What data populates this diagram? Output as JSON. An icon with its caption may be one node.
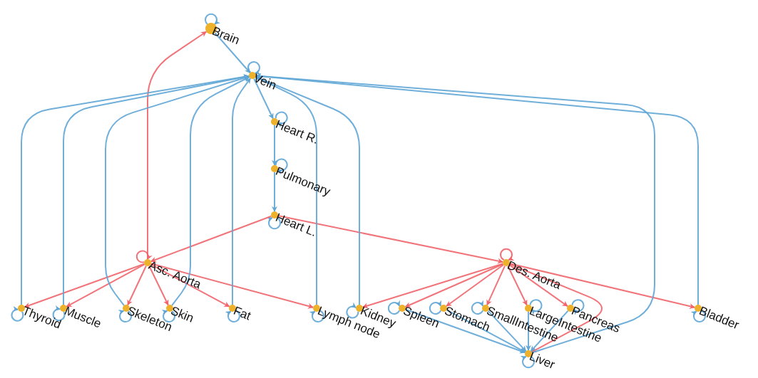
{
  "diagram": {
    "nodes": [
      {
        "text": [
          "Brain"
        ]
      },
      {
        "text": [
          "Vein"
        ]
      },
      {
        "text": [
          "Heart R."
        ]
      },
      {
        "text": [
          "Pulmonary"
        ]
      },
      {
        "text": [
          "Heart L."
        ]
      },
      {
        "text": [
          "Asc. Aorta"
        ]
      },
      {
        "text": [
          "Des. Aorta"
        ]
      },
      {
        "text": [
          "Thyroid"
        ]
      },
      {
        "text": [
          "Muscle"
        ]
      },
      {
        "text": [
          "Skeleton"
        ]
      },
      {
        "text": [
          "Skin"
        ]
      },
      {
        "text": [
          "Fat"
        ]
      },
      {
        "text": [
          "Lymph node"
        ]
      },
      {
        "text": [
          "Kidney"
        ]
      },
      {
        "text": [
          "Spleen"
        ]
      },
      {
        "text": [
          "Stomach"
        ]
      },
      {
        "text": [
          "SmallIntestine"
        ]
      },
      {
        "text": [
          "LargeIntestine"
        ]
      },
      {
        "text": [
          "Pancreas"
        ]
      },
      {
        "text": [
          "Bladder"
        ]
      },
      {
        "text": [
          "Liver"
        ]
      }
    ],
    "edges": [
      {
        "from": 0,
        "to": 0,
        "arrow": "to"
      },
      {
        "from": 1,
        "to": 1,
        "arrow": "to"
      },
      {
        "from": 2,
        "to": 2,
        "arrow": "to"
      },
      {
        "from": 3,
        "to": 3,
        "arrow": "to"
      },
      {
        "from": 4,
        "to": 4,
        "arrow": "to"
      },
      {
        "from": 5,
        "to": 5,
        "arrow": "to",
        "color": "#f0656b"
      },
      {
        "from": 6,
        "to": 6,
        "arrow": "to",
        "color": "#f0656b"
      },
      {
        "from": 7,
        "to": 7,
        "arrow": "to"
      },
      {
        "from": 8,
        "to": 8,
        "arrow": "to"
      },
      {
        "from": 9,
        "to": 9,
        "arrow": "to"
      },
      {
        "from": 10,
        "to": 10,
        "arrow": "to"
      },
      {
        "from": 11,
        "to": 11,
        "arrow": "to"
      },
      {
        "from": 12,
        "to": 12,
        "arrow": "to"
      },
      {
        "from": 13,
        "to": 13,
        "arrow": "to"
      },
      {
        "from": 14,
        "to": 14,
        "arrow": "to"
      },
      {
        "from": 15,
        "to": 15,
        "arrow": "to"
      },
      {
        "from": 16,
        "to": 16,
        "arrow": "to"
      },
      {
        "from": 17,
        "to": 17,
        "arrow": "to"
      },
      {
        "from": 18,
        "to": 18,
        "arrow": "to"
      },
      {
        "from": 19,
        "to": 19,
        "arrow": "to"
      },
      {
        "from": 20,
        "to": 20,
        "arrow": "to"
      },
      {
        "from": 0,
        "to": 1,
        "arrow": "to"
      },
      {
        "from": 1,
        "to": 2,
        "arrow": "to"
      },
      {
        "from": 2,
        "to": 3,
        "arrow": "to"
      },
      {
        "from": 3,
        "to": 4,
        "arrow": "to"
      },
      {
        "from": 4,
        "to": 5,
        "arrow": "to",
        "color": "#f0656b"
      },
      {
        "from": 4,
        "to": 6,
        "arrow": "to",
        "color": "#f0656b"
      },
      {
        "from": 5,
        "to": 0,
        "arrow": "to",
        "color": "#f0656b"
      },
      {
        "from": 5,
        "to": 7,
        "arrow": "to",
        "color": "#f0656b"
      },
      {
        "from": 5,
        "to": 8,
        "arrow": "to",
        "color": "#f0656b"
      },
      {
        "from": 5,
        "to": 9,
        "arrow": "to",
        "color": "#f0656b"
      },
      {
        "from": 5,
        "to": 10,
        "arrow": "to",
        "color": "#f0656b"
      },
      {
        "from": 5,
        "to": 11,
        "arrow": "to",
        "color": "#f0656b"
      },
      {
        "from": 5,
        "to": 12,
        "arrow": "to",
        "color": "#f0656b"
      },
      {
        "from": 6,
        "to": 13,
        "arrow": "to",
        "color": "#f0656b"
      },
      {
        "from": 6,
        "to": 14,
        "arrow": "to",
        "color": "#f0656b"
      },
      {
        "from": 6,
        "to": 15,
        "arrow": "to",
        "color": "#f0656b"
      },
      {
        "from": 6,
        "to": 16,
        "arrow": "to",
        "color": "#f0656b"
      },
      {
        "from": 6,
        "to": 17,
        "arrow": "to",
        "color": "#f0656b"
      },
      {
        "from": 6,
        "to": 18,
        "arrow": "to",
        "color": "#f0656b"
      },
      {
        "from": 6,
        "to": 19,
        "arrow": "to",
        "color": "#f0656b"
      },
      {
        "from": 6,
        "to": 20,
        "arrow": "to",
        "color": "#f0656b"
      },
      {
        "from": 7,
        "to": 1,
        "arrow": "to"
      },
      {
        "from": 8,
        "to": 1,
        "arrow": "to"
      },
      {
        "from": 9,
        "to": 1,
        "arrow": "to"
      },
      {
        "from": 10,
        "to": 1,
        "arrow": "to"
      },
      {
        "from": 11,
        "to": 1,
        "arrow": "to"
      },
      {
        "from": 12,
        "to": 1,
        "arrow": "to"
      },
      {
        "from": 13,
        "to": 1,
        "arrow": "to"
      },
      {
        "from": 20,
        "to": 1,
        "arrow": "to"
      },
      {
        "from": 19,
        "to": 1,
        "arrow": "to"
      },
      {
        "from": 14,
        "to": 20,
        "arrow": "to"
      },
      {
        "from": 15,
        "to": 20,
        "arrow": "to"
      },
      {
        "from": 16,
        "to": 20,
        "arrow": "to"
      },
      {
        "from": 17,
        "to": 20,
        "arrow": "to"
      },
      {
        "from": 18,
        "to": 20,
        "arrow": "to"
      }
    ]
  }
}
